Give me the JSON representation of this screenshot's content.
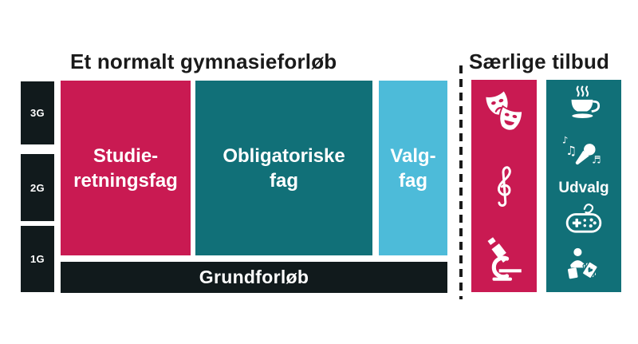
{
  "page": {
    "background": "#FFFFFF"
  },
  "colors": {
    "crimson": "#C91A52",
    "teal": "#117078",
    "light_blue": "#4DBBD9",
    "dark": "#111A1C",
    "title_text": "#1A1A1A",
    "box_text": "#FFFFFF"
  },
  "main_section": {
    "title": "Et normalt gymnasieforløb",
    "year_labels": [
      "3G",
      "2G",
      "1G"
    ],
    "boxes": [
      {
        "name": "studieretningsfag",
        "line1": "Studie-",
        "line2": "retningsfag"
      },
      {
        "name": "obligatoriske-fag",
        "line1": "Obligatoriske",
        "line2": "fag"
      },
      {
        "name": "valgfag",
        "line1": "Valg-",
        "line2": "fag"
      }
    ],
    "foundation_label": "Grundforløb"
  },
  "special_section": {
    "title": "Særlige tilbud",
    "udvalg_label": "Udvalg",
    "crimson_column_icons": [
      "theater-masks-icon",
      "treble-clef-icon",
      "microscope-icon"
    ],
    "teal_column_icons": [
      "coffee-cup-icon",
      "microphone-music-notes-icon",
      "game-controller-icon",
      "person-cards-icon"
    ]
  }
}
